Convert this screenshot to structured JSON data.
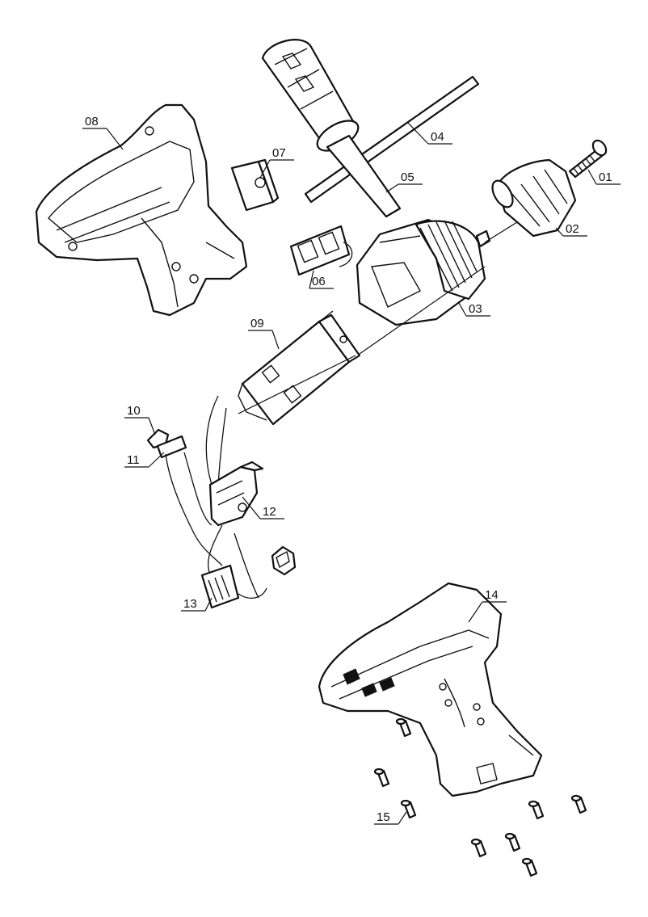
{
  "labels": {
    "p01": "01",
    "p02": "02",
    "p03": "03",
    "p04": "04",
    "p05": "05",
    "p06": "06",
    "p07": "07",
    "p08": "08",
    "p09": "09",
    "p10": "10",
    "p11": "11",
    "p12": "12",
    "p13": "13",
    "p14": "14",
    "p15": "15"
  }
}
